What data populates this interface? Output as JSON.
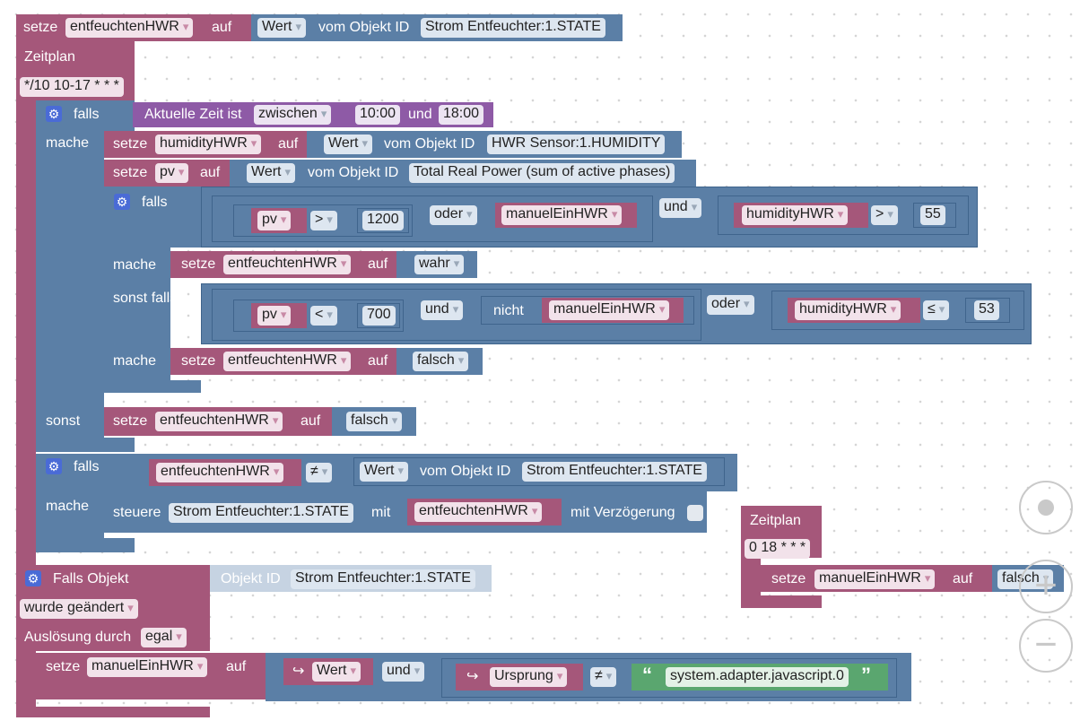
{
  "kw": {
    "setze": "setze",
    "auf": "auf",
    "falls": "falls",
    "mache": "mache",
    "sonst": "sonst",
    "sonst_falls": "sonst falls",
    "vom_objekt_id": "vom Objekt ID",
    "zeitplan": "Zeitplan",
    "aktuelle_zeit": "Aktuelle Zeit ist",
    "und_text": "und",
    "nicht": "nicht",
    "steuere": "steuere",
    "mit": "mit",
    "mit_verzoegerung": "mit Verzögerung",
    "falls_objekt": "Falls Objekt",
    "objekt_id": "Objekt ID",
    "ausloesung": "Auslösung durch"
  },
  "var": {
    "entfeuchten": "entfeuchtenHWR",
    "humidity": "humidityHWR",
    "pv": "pv",
    "manuel": "manuelEinHWR"
  },
  "opt": {
    "wert": "Wert",
    "zwischen": "zwischen",
    "oder": "oder",
    "und": "und",
    "wahr": "wahr",
    "falsch": "falsch",
    "gt": ">",
    "lt": "<",
    "le": "≤",
    "ne": "≠",
    "wurde_geaendert": "wurde geändert",
    "egal": "egal",
    "ursprung": "Ursprung"
  },
  "obj": {
    "strom": "Strom Entfeuchter:1.STATE",
    "hwr_sensor": "HWR Sensor:1.HUMIDITY",
    "total_power": "Total Real Power (sum of active phases)"
  },
  "val": {
    "cron1": "*/10 10-17 * * *",
    "cron2": "0 18 * * *",
    "t_start": "10:00",
    "t_end": "18:00",
    "n1200": "1200",
    "n55": "55",
    "n700": "700",
    "n53": "53",
    "adapter": "system.adapter.javascript.0",
    "quote_open": "“",
    "quote_close": "”",
    "arrow": "↪"
  },
  "colors": {
    "variable": "#a5577a",
    "logic": "#5b7fa6",
    "time": "#8e5aa6",
    "gear": "#4a6bd6"
  }
}
